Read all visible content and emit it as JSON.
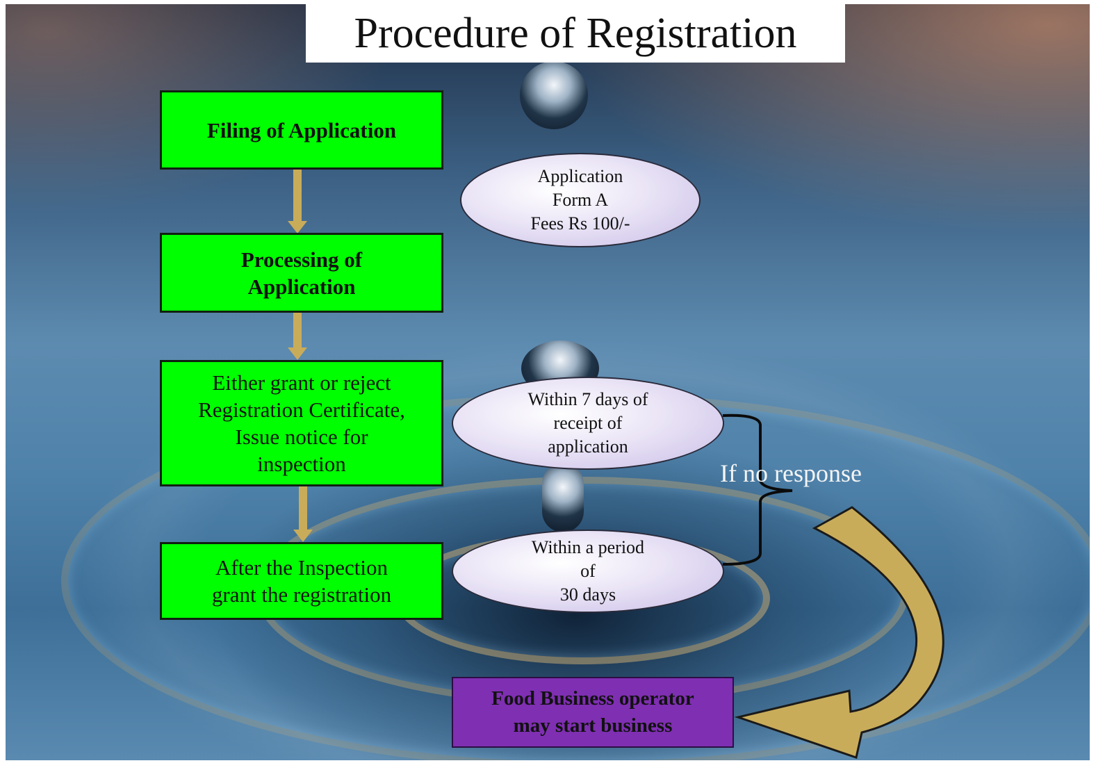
{
  "title": "Procedure of Registration",
  "steps": [
    "Filing of Application",
    "Processing of\nApplication",
    "Either grant or reject\nRegistration Certificate,\nIssue notice for\ninspection",
    "After the Inspection\ngrant the registration"
  ],
  "notes": {
    "application": "Application\nForm A\nFees Rs 100/-",
    "within_7_days": "Within 7 days  of\nreceipt of\napplication",
    "within_30_days": "Within a period\nof\n30 days"
  },
  "condition": "If  no response",
  "outcome": "Food Business operator\nmay start business",
  "colors": {
    "step_fill": "#00ff00",
    "note_fill": "#e4dcf4",
    "outcome_fill": "#7f2fb2",
    "arrow_fill": "#c9ac5a"
  }
}
